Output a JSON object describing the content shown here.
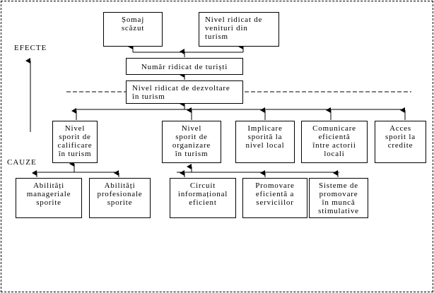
{
  "labels": {
    "effects": "EFECTE",
    "causes": "CAUZE"
  },
  "effects": {
    "unemployment": "Șomaj\nscăzut",
    "income": "Nivel ridicat de\nvenituri din\nturism",
    "tourists": "Număr ridicat de turiști",
    "development": "Nivel ridicat de dezvoltare\nîn turism"
  },
  "causes": {
    "qualification": "Nivel\nsporit de\ncalificare\nîn turism",
    "organization": "Nivel\nsporit de\norganizare\nîn turism",
    "local_involvement": "Implicare\nsporită la\nnivel local",
    "communication": "Comunicare\neficientă\nîntre actorii\nlocali",
    "credit_access": "Acces\nsporit la\ncredite"
  },
  "sub_causes": {
    "managerial_skills": "Abilități\nmanageriale\nsporite",
    "professional_skills": "Abilități\nprofesionale\nsporite",
    "info_circuit": "Circuit\ninformațional\neficient",
    "service_promotion": "Promovare\neficientă a\nserviciilor",
    "promotion_systems": "Sisteme de\npromovare\nîn muncă\nstimulative"
  }
}
